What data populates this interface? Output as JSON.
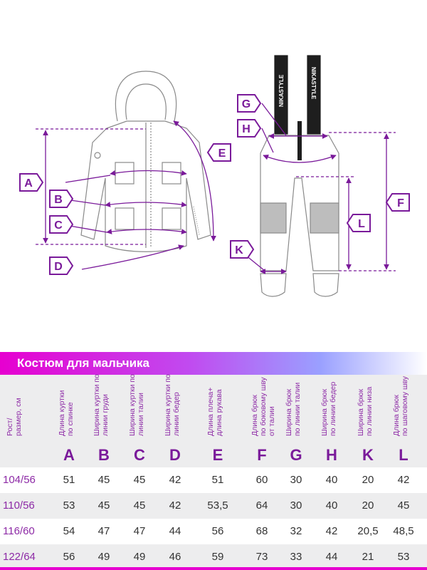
{
  "diagram": {
    "labels": [
      "A",
      "B",
      "C",
      "D",
      "E",
      "F",
      "G",
      "H",
      "K",
      "L"
    ],
    "strap_text": "NIKASTYLE",
    "colors": {
      "accent": "#7a1a9a",
      "label_fill": "#ffffff",
      "outline": "#8a8a8a",
      "knee_patch": "#bdbdbd"
    }
  },
  "banner": {
    "title": "Костюм для мальчика"
  },
  "table": {
    "size_header": "Рост/\nразмер, см",
    "columns": [
      {
        "letter": "A",
        "desc": "Длина куртки\nпо спинке"
      },
      {
        "letter": "B",
        "desc": "Ширина куртки по\nлинии груди"
      },
      {
        "letter": "C",
        "desc": "Ширина куртки по\nлинии талии"
      },
      {
        "letter": "D",
        "desc": "Ширина куртки по\nлинии бедер"
      },
      {
        "letter": "E",
        "desc": "Длина плеча+\nдлина рукава"
      },
      {
        "letter": "F",
        "desc": "Длина брюк\nпо боковому шву\nот талии"
      },
      {
        "letter": "G",
        "desc": "Ширина брюк\nпо линии талии"
      },
      {
        "letter": "H",
        "desc": "Ширина брюк\nпо линии бедер"
      },
      {
        "letter": "K",
        "desc": "Ширина брюк\nпо линии низа"
      },
      {
        "letter": "L",
        "desc": "Длина брюк\nпо шаговому шву"
      }
    ],
    "rows": [
      {
        "size": "104/56",
        "values": [
          "51",
          "45",
          "45",
          "42",
          "51",
          "60",
          "30",
          "40",
          "20",
          "42"
        ]
      },
      {
        "size": "110/56",
        "values": [
          "53",
          "45",
          "45",
          "42",
          "53,5",
          "64",
          "30",
          "40",
          "20",
          "45"
        ]
      },
      {
        "size": "116/60",
        "values": [
          "54",
          "47",
          "47",
          "44",
          "56",
          "68",
          "32",
          "42",
          "20,5",
          "48,5"
        ]
      },
      {
        "size": "122/64",
        "values": [
          "56",
          "49",
          "49",
          "46",
          "59",
          "73",
          "33",
          "44",
          "21",
          "53"
        ]
      }
    ]
  }
}
